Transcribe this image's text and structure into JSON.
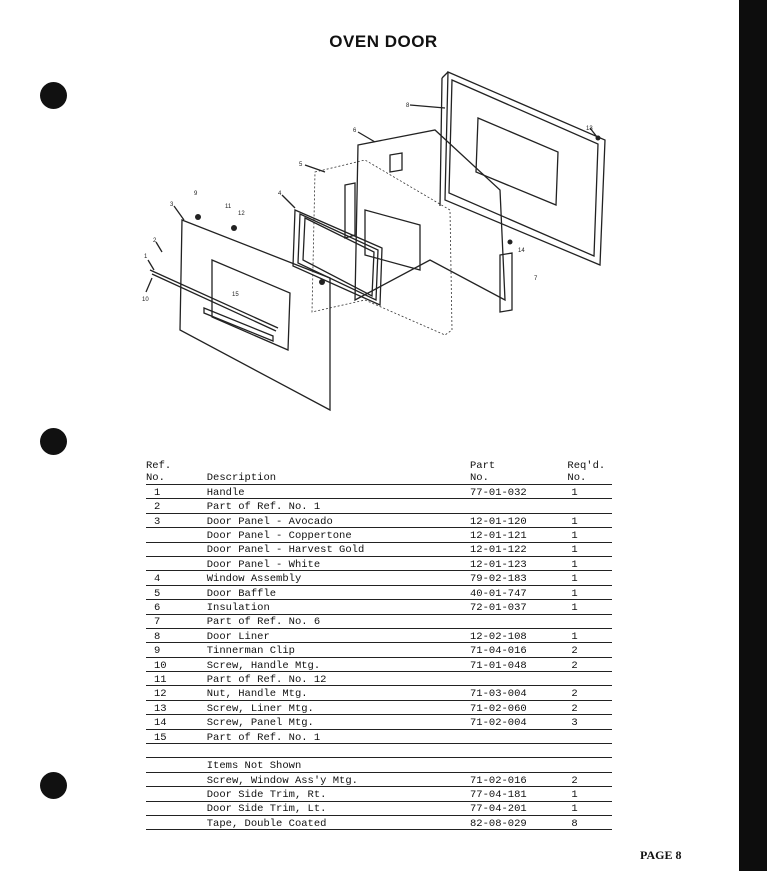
{
  "title": "OVEN DOOR",
  "diagram": {
    "callouts": [
      "1",
      "2",
      "3",
      "4",
      "5",
      "6",
      "8",
      "9",
      "10",
      "11",
      "12",
      "13",
      "14",
      "15",
      "7"
    ]
  },
  "table": {
    "headers": {
      "ref_line1": "Ref.",
      "ref_line2": "No.",
      "description": "Description",
      "part_line1": "Part",
      "part_line2": "No.",
      "req_line1": "Req'd.",
      "req_line2": "No."
    },
    "rows": [
      {
        "ref": "1",
        "desc": "Handle",
        "part": "77-01-032",
        "qty": "1"
      },
      {
        "ref": "2",
        "desc": "Part of Ref. No. 1",
        "part": "",
        "qty": ""
      },
      {
        "ref": "3",
        "desc": "Door Panel - Avocado",
        "part": "12-01-120",
        "qty": "1"
      },
      {
        "ref": "",
        "desc": "Door Panel - Coppertone",
        "part": "12-01-121",
        "qty": "1"
      },
      {
        "ref": "",
        "desc": "Door Panel - Harvest Gold",
        "part": "12-01-122",
        "qty": "1"
      },
      {
        "ref": "",
        "desc": "Door Panel - White",
        "part": "12-01-123",
        "qty": "1"
      },
      {
        "ref": "4",
        "desc": "Window Assembly",
        "part": "79-02-183",
        "qty": "1"
      },
      {
        "ref": "5",
        "desc": "Door Baffle",
        "part": "40-01-747",
        "qty": "1"
      },
      {
        "ref": "6",
        "desc": "Insulation",
        "part": "72-01-037",
        "qty": "1"
      },
      {
        "ref": "7",
        "desc": "Part of Ref. No. 6",
        "part": "",
        "qty": ""
      },
      {
        "ref": "8",
        "desc": "Door Liner",
        "part": "12-02-108",
        "qty": "1"
      },
      {
        "ref": "9",
        "desc": "Tinnerman Clip",
        "part": "71-04-016",
        "qty": "2"
      },
      {
        "ref": "10",
        "desc": "Screw, Handle Mtg.",
        "part": "71-01-048",
        "qty": "2"
      },
      {
        "ref": "11",
        "desc": "Part of Ref. No. 12",
        "part": "",
        "qty": ""
      },
      {
        "ref": "12",
        "desc": "Nut, Handle Mtg.",
        "part": "71-03-004",
        "qty": "2"
      },
      {
        "ref": "13",
        "desc": "Screw, Liner Mtg.",
        "part": "71-02-060",
        "qty": "2"
      },
      {
        "ref": "14",
        "desc": "Screw, Panel Mtg.",
        "part": "71-02-004",
        "qty": "3"
      },
      {
        "ref": "15",
        "desc": "Part of Ref. No. 1",
        "part": "",
        "qty": ""
      },
      {
        "ref": "",
        "desc": "",
        "part": "",
        "qty": ""
      },
      {
        "ref": "",
        "desc": "Items Not Shown",
        "part": "",
        "qty": ""
      },
      {
        "ref": "",
        "desc": "Screw, Window Ass'y Mtg.",
        "part": "71-02-016",
        "qty": "2"
      },
      {
        "ref": "",
        "desc": "Door Side Trim, Rt.",
        "part": "77-04-181",
        "qty": "1"
      },
      {
        "ref": "",
        "desc": "Door Side Trim, Lt.",
        "part": "77-04-201",
        "qty": "1"
      },
      {
        "ref": "",
        "desc": "Tape, Double Coated",
        "part": "82-08-029",
        "qty": "8"
      }
    ]
  },
  "page_number": "PAGE 8"
}
